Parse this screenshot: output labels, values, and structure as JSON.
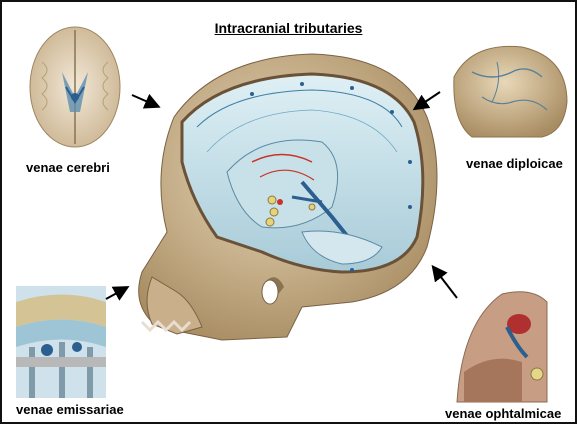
{
  "title": "Intracranial tributaries",
  "labels": {
    "cerebri": "venae cerebri",
    "diploicae": "venae diploicae",
    "emissariae": "venae emissariae",
    "ophtalmicae": "venae ophtalmicae"
  },
  "colors": {
    "bone": "#d8c4a0",
    "bone_dark": "#a78d63",
    "dura_blue": "#b9dbe6",
    "vein_blue": "#2b5f8f",
    "artery_red": "#c8322a"
  }
}
